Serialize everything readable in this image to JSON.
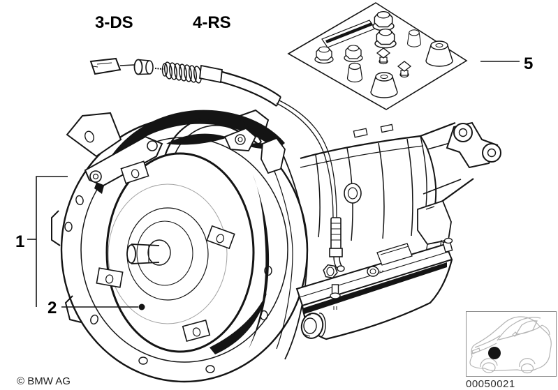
{
  "colors": {
    "line": "#141414",
    "background": "#ffffff",
    "car_outline": "#b4b4b4",
    "box_border": "#8f8f8f",
    "marker": "#000000"
  },
  "callouts": [
    {
      "label": "1"
    },
    {
      "label": "2"
    },
    {
      "label": "3-DS"
    },
    {
      "label": "4-RS"
    },
    {
      "label": "5"
    }
  ],
  "footer": {
    "copyright": "© BMW AG"
  },
  "thumbnail": {
    "code": "00050021"
  },
  "icons": {
    "car_thumbnail": "bmw-sedan-outline-icon",
    "part_location": "filled-dot-marker"
  }
}
